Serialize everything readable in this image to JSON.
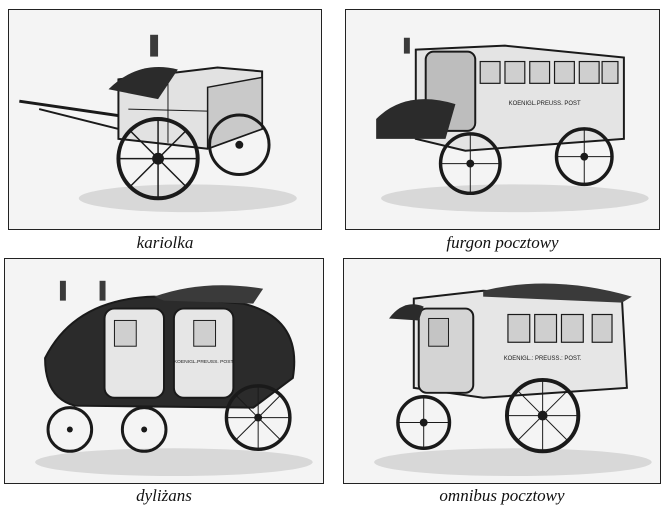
{
  "panels": [
    {
      "caption": "kariolka",
      "vehicle_label": ""
    },
    {
      "caption": "furgon pocztowy",
      "vehicle_label": "KOENIGL.PREUSS. POST"
    },
    {
      "caption": "dyliżans",
      "vehicle_label": "KOENIGL.PREUSS. POST"
    },
    {
      "caption": "omnibus pocztowy",
      "vehicle_label": "KOENIGL.: PREUSS.: POST."
    }
  ],
  "colors": {
    "frame": "#222222",
    "paper": "#f4f4f4",
    "ink": "#1a1a1a"
  }
}
